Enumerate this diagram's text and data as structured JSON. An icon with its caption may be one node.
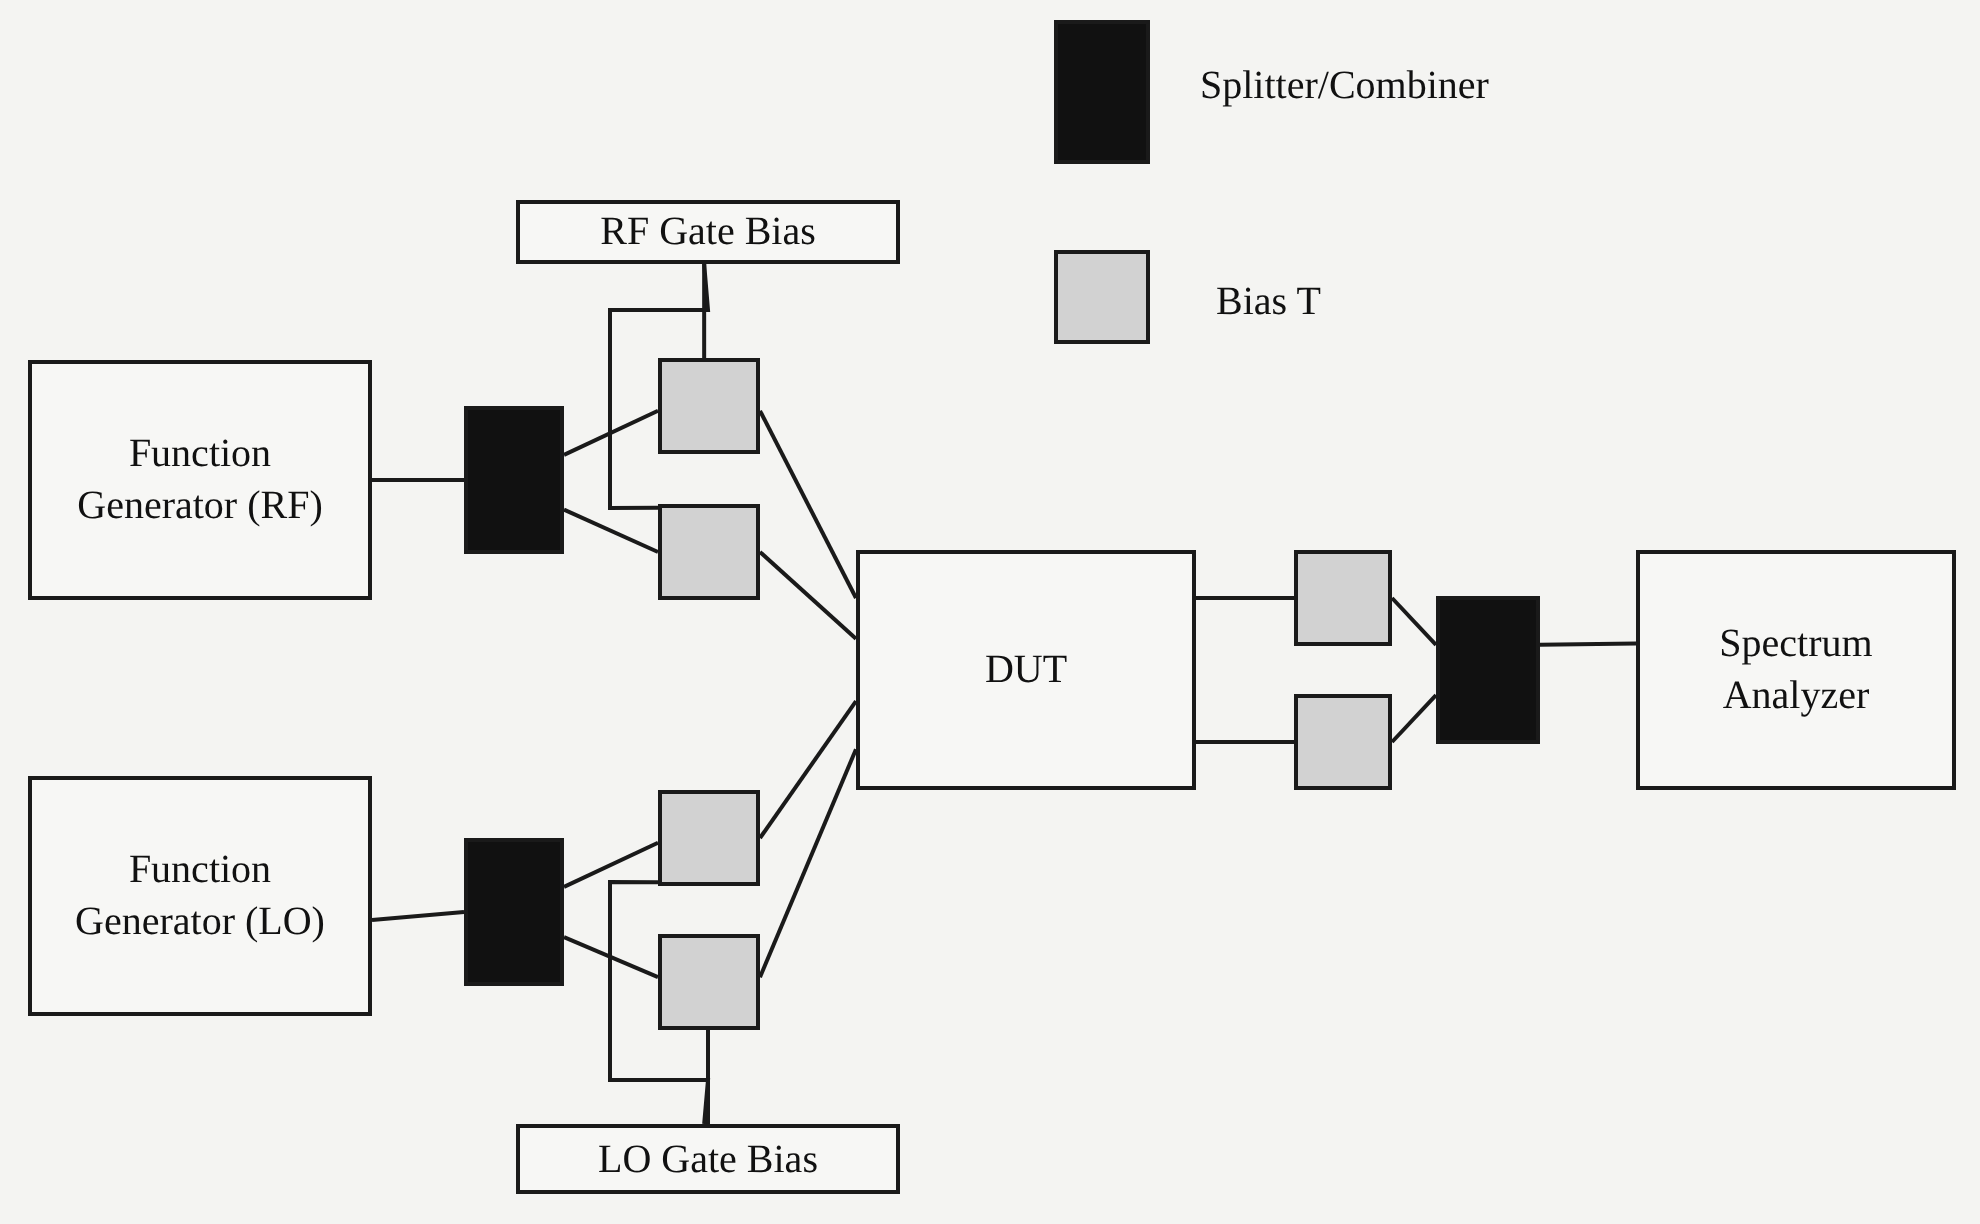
{
  "diagram": {
    "nodes": [
      {
        "text": [
          "RF Gate Bias"
        ]
      },
      {
        "text": [
          "Function Generator (RF)"
        ]
      },
      {
        "text": [],
        "shape": "box"
      },
      {
        "text": [],
        "shape": "square"
      },
      {
        "text": [],
        "shape": "square"
      },
      {
        "text": [
          "DUT"
        ]
      },
      {
        "text": [],
        "shape": "square"
      },
      {
        "text": [],
        "shape": "square"
      },
      {
        "text": [],
        "shape": "box"
      },
      {
        "text": [
          "Spectrum Analyzer"
        ]
      },
      {
        "text": [
          "Function Generator (LO)"
        ]
      },
      {
        "text": [],
        "shape": "box"
      },
      {
        "text": [],
        "shape": "square"
      },
      {
        "text": [],
        "shape": "square"
      },
      {
        "text": [
          "LO Gate Bias"
        ]
      }
    ],
    "edges": [
      {
        "from": 1,
        "to": 2,
        "arrow": "none"
      },
      {
        "from": 2,
        "to": 3,
        "arrow": "none"
      },
      {
        "from": 2,
        "to": 4,
        "arrow": "none"
      },
      {
        "from": 0,
        "to": 3,
        "arrow": "none"
      },
      {
        "from": 0,
        "to": 4,
        "arrow": "none"
      },
      {
        "from": 3,
        "to": 5,
        "arrow": "none"
      },
      {
        "from": 4,
        "to": 5,
        "arrow": "none"
      },
      {
        "from": 5,
        "to": 6,
        "arrow": "none"
      },
      {
        "from": 5,
        "to": 7,
        "arrow": "none"
      },
      {
        "from": 6,
        "to": 8,
        "arrow": "none"
      },
      {
        "from": 7,
        "to": 8,
        "arrow": "none"
      },
      {
        "from": 8,
        "to": 9,
        "arrow": "none"
      },
      {
        "from": 10,
        "to": 11,
        "arrow": "none"
      },
      {
        "from": 11,
        "to": 12,
        "arrow": "none"
      },
      {
        "from": 11,
        "to": 13,
        "arrow": "none"
      },
      {
        "from": 12,
        "to": 5,
        "arrow": "none"
      },
      {
        "from": 13,
        "to": 5,
        "arrow": "none"
      },
      {
        "from": 13,
        "to": 14,
        "arrow": "none"
      },
      {
        "from": 14,
        "to": 12,
        "arrow": "none"
      }
    ],
    "legend": [
      {
        "text": "Splitter/Combiner",
        "color": "#111111"
      },
      {
        "text": "Bias T",
        "color": "#d2d2d2"
      }
    ]
  }
}
